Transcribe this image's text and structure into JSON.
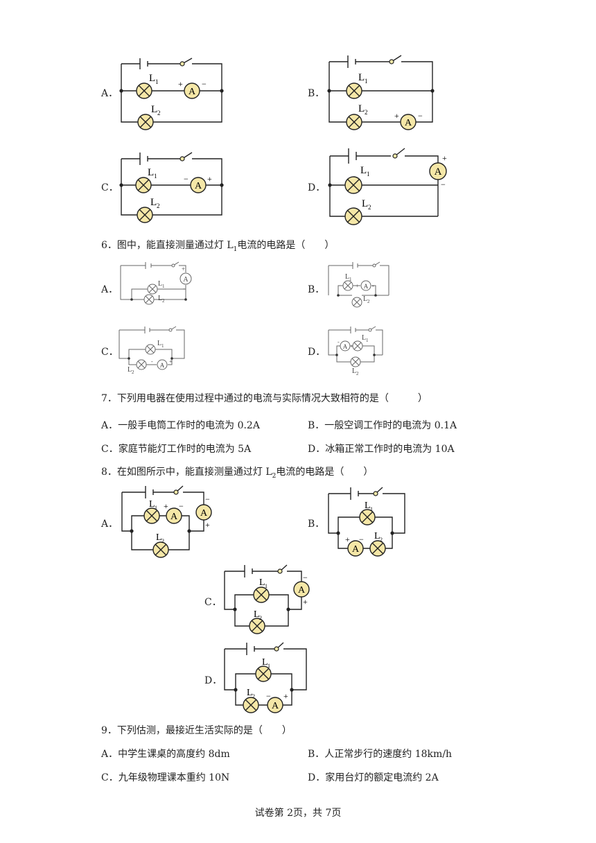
{
  "q5": {
    "options": [
      {
        "label": "A．",
        "l1": "L",
        "l1sub": "1",
        "l2": "L",
        "l2sub": "2",
        "meter": "A",
        "plus": "+",
        "minus": "−"
      },
      {
        "label": "B．",
        "l1": "L",
        "l1sub": "1",
        "l2": "L",
        "l2sub": "2",
        "meter": "A",
        "plus": "+",
        "minus": "−"
      },
      {
        "label": "C．",
        "l1": "L",
        "l1sub": "1",
        "l2": "L",
        "l2sub": "2",
        "meter": "A",
        "plus": "+",
        "minus": "−"
      },
      {
        "label": "D．",
        "l1": "L",
        "l1sub": "1",
        "l2": "L",
        "l2sub": "2",
        "meter": "A",
        "plus": "+",
        "minus": "−"
      }
    ]
  },
  "q6": {
    "stem_pre": "6．图中，能直接测量通过灯 L",
    "stem_sub": "1",
    "stem_post": "电流的电路是（　　）",
    "options": [
      {
        "label": "A．",
        "l1": "L",
        "l1sub": "1",
        "l2": "L",
        "l2sub": "2",
        "meter": "A",
        "plus": "+",
        "minus": "-"
      },
      {
        "label": "B．",
        "l1": "L",
        "l1sub": "1",
        "l2": "L",
        "l2sub": "2",
        "meter": "A",
        "plus": "+",
        "minus": "-"
      },
      {
        "label": "C．",
        "l1": "L",
        "l1sub": "1",
        "l2": "L",
        "l2sub": "2",
        "meter": "A",
        "plus": "+",
        "minus": "-"
      },
      {
        "label": "D．",
        "l1": "L",
        "l1sub": "1",
        "l2": "L",
        "l2sub": "2",
        "meter": "A",
        "plus": "+",
        "minus": "-"
      }
    ]
  },
  "q7": {
    "stem": "7．下列用电器在使用过程中通过的电流与实际情况大致相符的是（　　　）",
    "options": [
      {
        "label": "A．",
        "text": "一般手电筒工作时的电流为 0.2A"
      },
      {
        "label": "B．",
        "text": "一般空调工作时的电流为 0.1A"
      },
      {
        "label": "C．",
        "text": "家庭节能灯工作时的电流为 5A"
      },
      {
        "label": "D．",
        "text": "冰箱正常工作时的电流为 10A"
      }
    ]
  },
  "q8": {
    "stem_pre": "8．在如图所示中，能直接测量通过灯 L",
    "stem_sub": "2",
    "stem_post": "电流的电路是（　　）",
    "options": [
      {
        "label": "A．",
        "l1": "L",
        "l1sub": "1",
        "l2": "L",
        "l2sub": "2",
        "meter": "A",
        "plus": "+",
        "minus": "−"
      },
      {
        "label": "B．",
        "l1": "L",
        "l1sub": "1",
        "l2": "L",
        "l2sub": "2",
        "meter": "A",
        "plus": "+",
        "minus": "−"
      },
      {
        "label": "C．",
        "l1": "L",
        "l1sub": "1",
        "l2": "L",
        "l2sub": "2",
        "meter": "A",
        "plus": "+",
        "minus": "−"
      },
      {
        "label": "D．",
        "l1": "L",
        "l1sub": "1",
        "l2": "L",
        "l2sub": "2",
        "meter": "A",
        "plus": "+",
        "minus": "−"
      }
    ]
  },
  "q9": {
    "stem": "9．下列估测，最接近生活实际的是（　　）",
    "options": [
      {
        "label": "A．",
        "text": "中学生课桌的高度约 8dm"
      },
      {
        "label": "B．",
        "text": "人正常步行的速度约 18km/h"
      },
      {
        "label": "C．",
        "text": "九年级物理课本重约 10N"
      },
      {
        "label": "D．",
        "text": "家用台灯的额定电流约 2A"
      }
    ]
  },
  "footer": "试卷第 2页，共 7页"
}
